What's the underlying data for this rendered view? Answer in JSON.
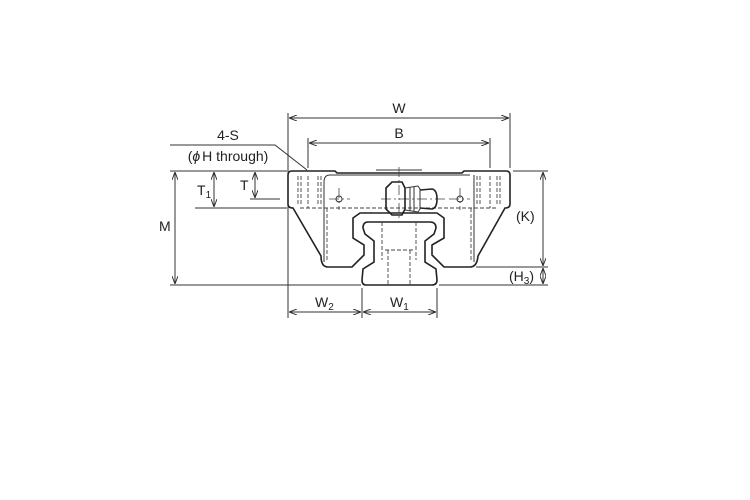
{
  "labels": {
    "W": "W",
    "B": "B",
    "hole_count": "4-S",
    "hole_note_open": "(",
    "hole_note_phi": "ϕ",
    "hole_note_rest": "H through)",
    "T1": "T",
    "T1_sub": "1",
    "T": "T",
    "M": "M",
    "K": "(K)",
    "H3": "(H",
    "H3_sub": "3",
    "H3_close": ")",
    "W2": "W",
    "W2_sub": "2",
    "W1": "W",
    "W1_sub": "1"
  }
}
